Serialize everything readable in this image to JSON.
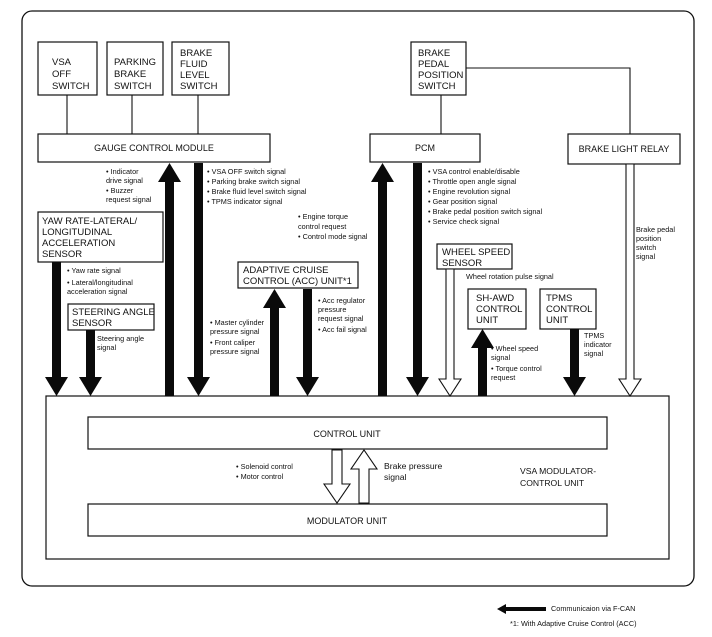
{
  "boxes": {
    "vsa_off_switch": [
      "VSA",
      "OFF",
      "SWITCH"
    ],
    "parking_brake_switch": [
      "PARKING",
      "BRAKE",
      "SWITCH"
    ],
    "brake_fluid_level_switch": [
      "BRAKE",
      "FLUID",
      "LEVEL",
      "SWITCH"
    ],
    "brake_pedal_position_switch": [
      "BRAKE",
      "PEDAL",
      "POSITION",
      "SWITCH"
    ],
    "gauge_control_module": "GAUGE CONTROL MODULE",
    "pcm": "PCM",
    "brake_light_relay": "BRAKE LIGHT RELAY",
    "yaw_rate_sensor": [
      "YAW RATE-LATERAL/",
      "LONGITUDINAL",
      "ACCELERATION",
      "SENSOR"
    ],
    "steering_angle_sensor": [
      "STEERING ANGLE",
      "SENSOR"
    ],
    "acc_unit": [
      "ADAPTIVE CRUISE",
      "CONTROL (ACC) UNIT*1"
    ],
    "wheel_speed_sensor": [
      "WHEEL SPEED",
      "SENSOR"
    ],
    "sh_awd_control_unit": [
      "SH-AWD",
      "CONTROL",
      "UNIT"
    ],
    "tpms_control_unit": [
      "TPMS",
      "CONTROL",
      "UNIT"
    ],
    "control_unit": "CONTROL UNIT",
    "modulator_unit": "MODULATOR UNIT",
    "vsa_modulator_control_unit": [
      "VSA MODULATOR-",
      "CONTROL UNIT"
    ]
  },
  "signals": {
    "gauge_down": [
      "• Indicator",
      "  drive signal",
      "• Buzzer",
      "  request signal"
    ],
    "gauge_up": [
      "• VSA OFF switch signal",
      "• Parking brake switch signal",
      "• Brake fluid level switch signal",
      "• TPMS indicator signal"
    ],
    "engine_torque": [
      "• Engine torque",
      "  control request",
      "• Control mode signal"
    ],
    "pcm_up": [
      "• VSA control enable/disable",
      "• Throttle open angle signal",
      "• Engine revolution signal",
      "• Gear position signal",
      "• Brake pedal position switch signal",
      "• Service check signal"
    ],
    "wheel_rotation": "Wheel rotation pulse signal",
    "yaw_signals": [
      "• Yaw rate signal",
      "• Lateral/longitudinal",
      "  acceleration signal"
    ],
    "steering_signal": [
      "Steering angle",
      "signal"
    ],
    "master_cylinder": [
      "• Master cylinder",
      "  pressure signal",
      "• Front caliper",
      "  pressure signal"
    ],
    "acc_down": [
      "• Acc regulator",
      "  pressure",
      "  request signal",
      "• Acc fail signal"
    ],
    "sh_awd_signals": [
      "• Wheel speed",
      "  signal",
      "• Torque control",
      "  request"
    ],
    "tpms_signal": [
      "TPMS",
      "indicator",
      "signal"
    ],
    "brake_relay_signal": [
      "Brake pedal",
      "position",
      "switch",
      "signal"
    ],
    "solenoid": [
      "• Solenoid control",
      "• Motor control"
    ],
    "brake_pressure": [
      "Brake pressure",
      "signal"
    ]
  },
  "legend": {
    "fcan": "Communicaion via F-CAN",
    "footnote": "*1: With Adaptive Cruise Control (ACC)"
  }
}
